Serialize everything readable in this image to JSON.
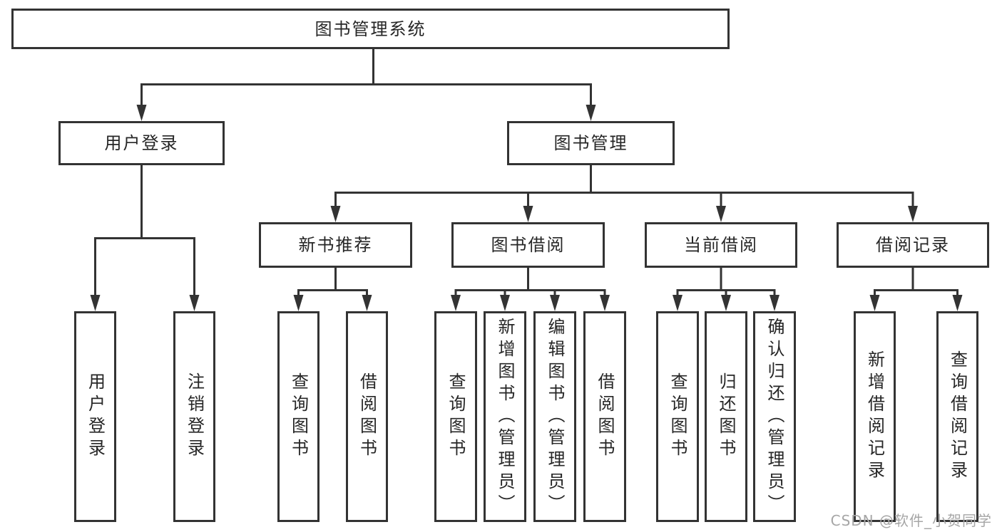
{
  "diagram": {
    "root": {
      "label": "图书管理系统"
    },
    "level2": [
      {
        "label": "用户登录"
      },
      {
        "label": "图书管理"
      }
    ],
    "level3": [
      {
        "label": "新书推荐"
      },
      {
        "label": "图书借阅"
      },
      {
        "label": "当前借阅"
      },
      {
        "label": "借阅记录"
      }
    ],
    "leaves": [
      {
        "label": "用户登录"
      },
      {
        "label": "注销登录"
      },
      {
        "label": "查询图书"
      },
      {
        "label": "借阅图书"
      },
      {
        "label": "查询图书"
      },
      {
        "label": "新增图书（管理员）"
      },
      {
        "label": "编辑图书（管理员）"
      },
      {
        "label": "借阅图书"
      },
      {
        "label": "查询图书"
      },
      {
        "label": "归还图书"
      },
      {
        "label": "确认归还（管理员）"
      },
      {
        "label": "新增借阅记录"
      },
      {
        "label": "查询借阅记录"
      }
    ]
  },
  "watermark": {
    "text": "CSDN @软件_小贺同学"
  },
  "colors": {
    "line": "#333333",
    "box_border": "#333333",
    "box_fill": "#ffffff",
    "text": "#262626",
    "watermark": "#a6a6a6"
  }
}
